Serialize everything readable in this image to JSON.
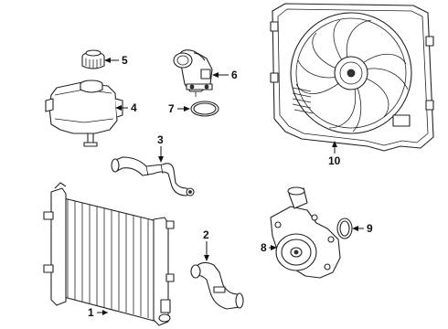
{
  "diagram": {
    "callouts": [
      {
        "id": "1",
        "part_icon": "radiator-icon"
      },
      {
        "id": "2",
        "part_icon": "radiator-hose-lower-icon"
      },
      {
        "id": "3",
        "part_icon": "radiator-hose-upper-icon"
      },
      {
        "id": "4",
        "part_icon": "coolant-reservoir-icon"
      },
      {
        "id": "5",
        "part_icon": "reservoir-cap-icon"
      },
      {
        "id": "6",
        "part_icon": "thermostat-housing-icon"
      },
      {
        "id": "7",
        "part_icon": "thermostat-gasket-icon"
      },
      {
        "id": "8",
        "part_icon": "water-pump-icon"
      },
      {
        "id": "9",
        "part_icon": "water-pump-gasket-icon"
      },
      {
        "id": "10",
        "part_icon": "cooling-fan-assembly-icon"
      }
    ]
  }
}
